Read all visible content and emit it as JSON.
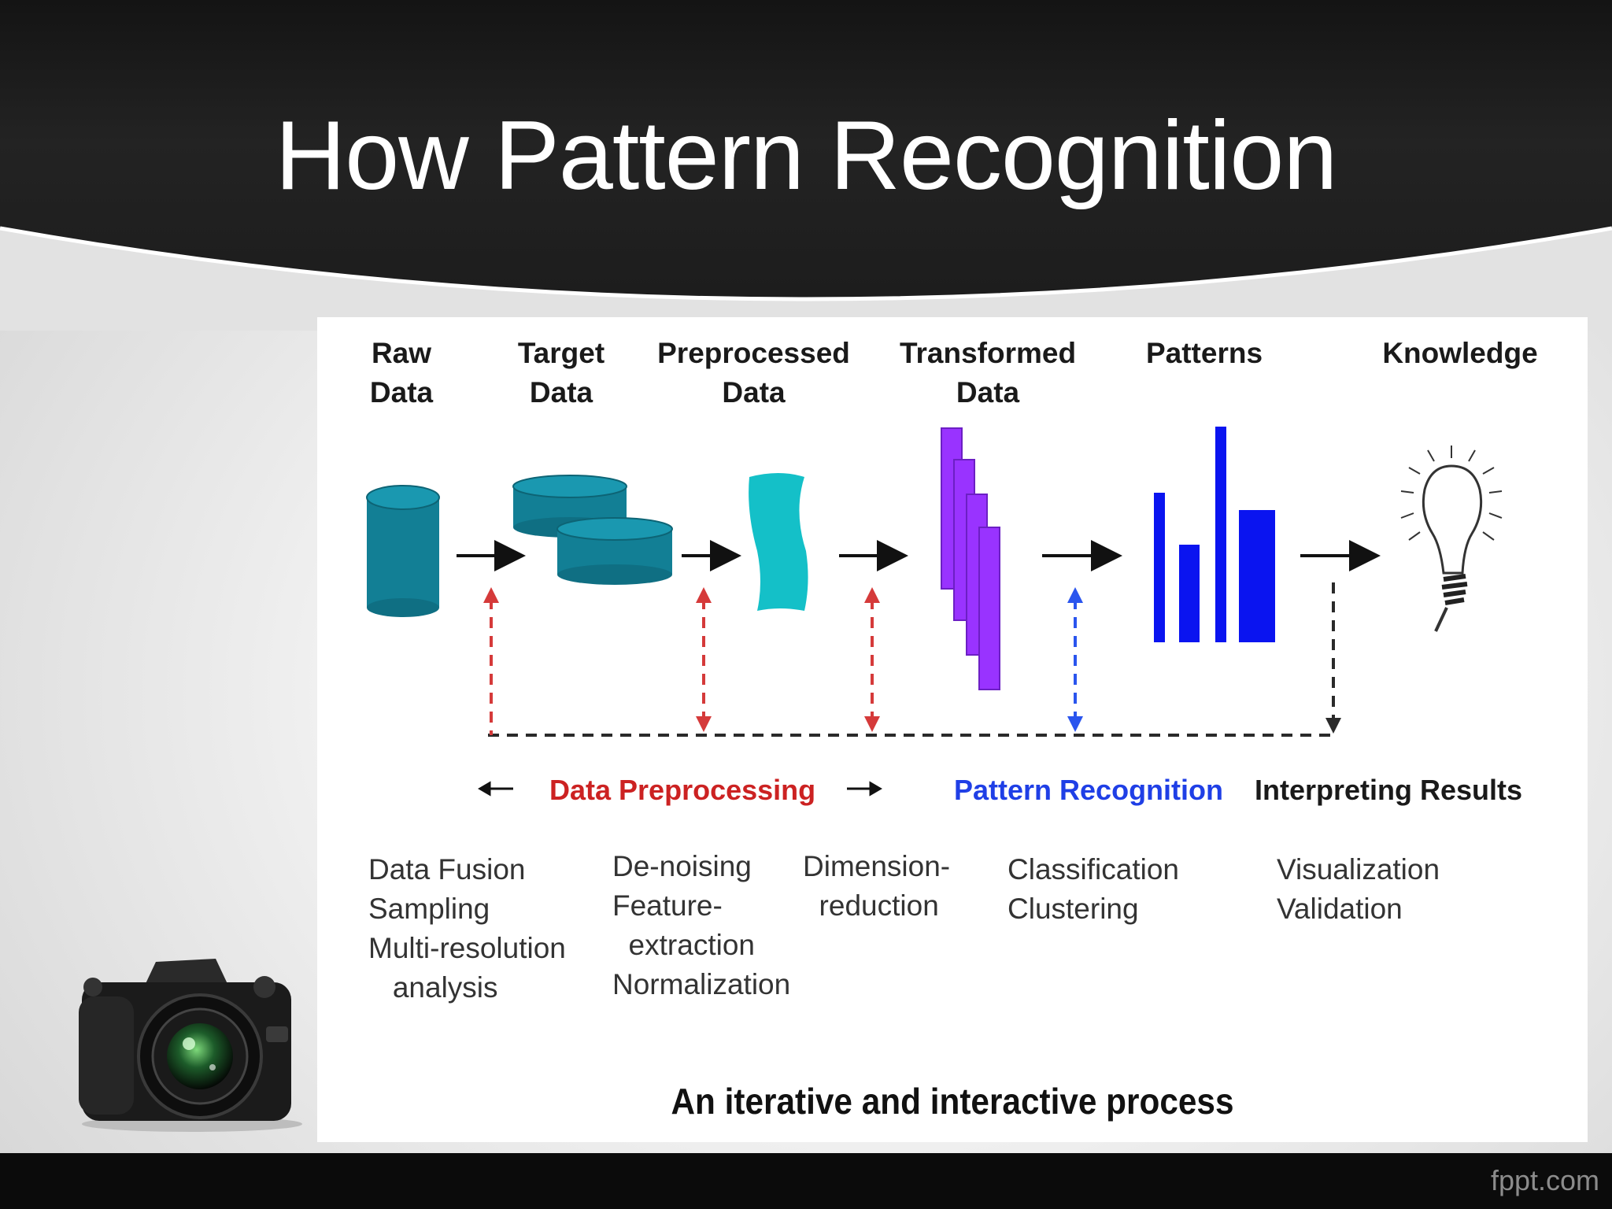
{
  "slide": {
    "title": "How Pattern Recognition",
    "caption": "An iterative and interactive process",
    "brand": "fppt.com"
  },
  "stages": [
    {
      "label": "Raw\nData",
      "icon": "cylinder-icon"
    },
    {
      "label": "Target\nData",
      "icon": "stacked-disks-icon"
    },
    {
      "label": "Preprocessed\nData",
      "icon": "wavy-sheet-icon"
    },
    {
      "label": "Transformed\nData",
      "icon": "layered-sheets-icon"
    },
    {
      "label": "Patterns",
      "icon": "bar-chart-icon"
    },
    {
      "label": "Knowledge",
      "icon": "light-bulb-icon"
    }
  ],
  "phases": {
    "preprocessing": {
      "label": "Data Preprocessing",
      "color": "#cc2222"
    },
    "recognition": {
      "label": "Pattern Recognition",
      "color": "#1f3fe6"
    },
    "interpreting": {
      "label": "Interpreting Results",
      "color": "#1a1a1a"
    }
  },
  "tasks": [
    {
      "label": "Data Fusion\nSampling\nMulti-resolution\n   analysis"
    },
    {
      "label": "De-noising\nFeature-\n  extraction\nNormalization"
    },
    {
      "label": "Dimension-\n  reduction"
    },
    {
      "label": "Classification\nClustering"
    },
    {
      "label": "Visualization\nValidation"
    }
  ],
  "colors": {
    "teal_dark": "#127f95",
    "teal_light": "#14c0c8",
    "purple": "#9933ff",
    "bar_blue": "#0a14f0",
    "feedback_red": "#d53a3a",
    "feedback_blue": "#2a55ee",
    "feedback_black": "#2a2a2a"
  }
}
